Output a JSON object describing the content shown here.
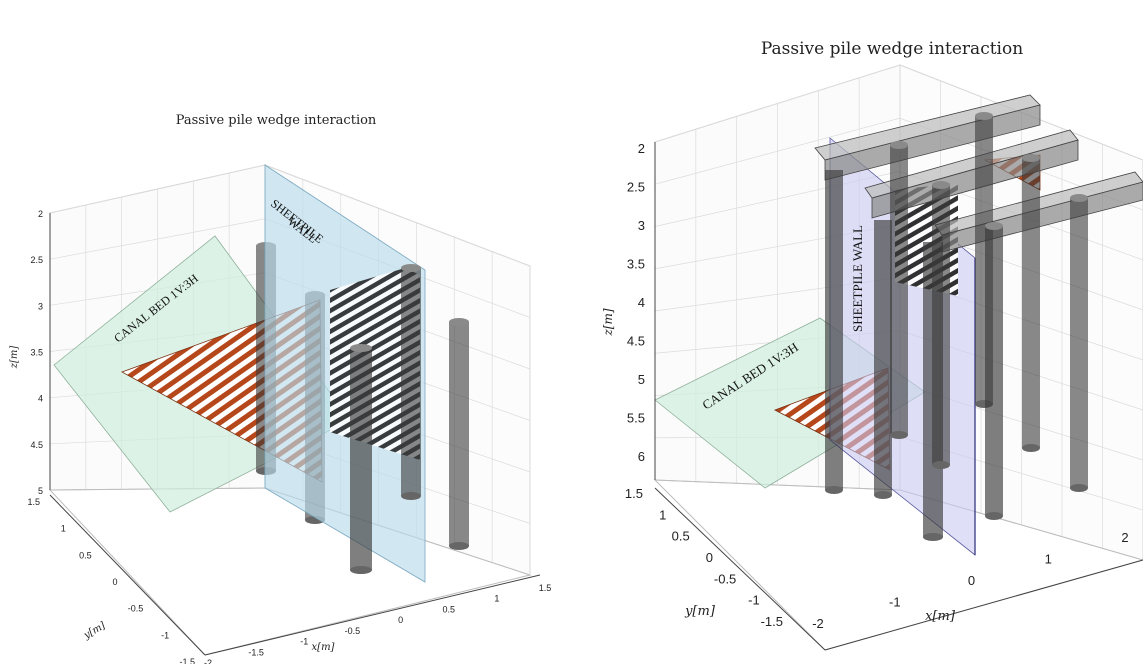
{
  "chart_data": [
    {
      "type": "3d",
      "title": "Passive pile wedge interaction",
      "xlabel": "x[m]",
      "ylabel": "y[m]",
      "zlabel": "z[m]",
      "x_ticks": [
        "-2",
        "-1.5",
        "-1",
        "-0.5",
        "0",
        "0.5",
        "1",
        "1.5"
      ],
      "y_ticks": [
        "1.5",
        "1",
        "0.5",
        "0",
        "-0.5",
        "-1",
        "-1.5"
      ],
      "z_ticks": [
        "2",
        "2.5",
        "3",
        "3.5",
        "4",
        "4.5",
        "5"
      ],
      "annotations": [
        "CANAL BED 1V:3H",
        "SHEETPILE WALL"
      ],
      "grid": true,
      "legend": "none"
    },
    {
      "type": "3d",
      "title": "Passive pile wedge interaction",
      "xlabel": "x[m]",
      "ylabel": "y[m]",
      "zlabel": "z[m]",
      "x_ticks": [
        "-2",
        "-1",
        "0",
        "1",
        "2"
      ],
      "y_ticks": [
        "1.5",
        "1",
        "0.5",
        "0",
        "-0.5",
        "-1",
        "-1.5"
      ],
      "z_ticks": [
        "2",
        "2.5",
        "3",
        "3.5",
        "4",
        "4.5",
        "5",
        "5.5",
        "6"
      ],
      "annotations": [
        "CANAL BED 1V:3H",
        "SHEETPILE WALL"
      ],
      "grid": true,
      "legend": "none"
    }
  ],
  "colors": {
    "pile": "#3a3a3a",
    "wedge": "#b5471b",
    "canal_bed": "#cfeedd",
    "sheetpile_left": "#b9dcec",
    "sheetpile_right": "#c9c9f2",
    "grid": "#dcdcdc"
  }
}
